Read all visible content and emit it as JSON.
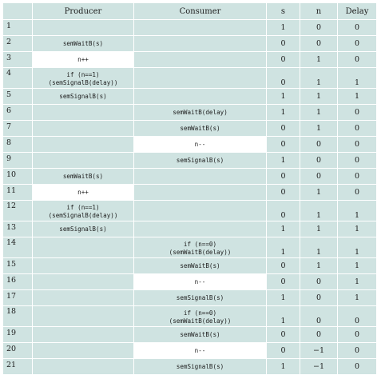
{
  "headers": [
    "",
    "Producer",
    "Consumer",
    "s",
    "n",
    "Delay"
  ],
  "rows": [
    {
      "num": "1",
      "producer": [],
      "consumer": [],
      "s": "1",
      "n": "0",
      "delay": "0",
      "hl": ""
    },
    {
      "num": "2",
      "producer": [
        "semWaitB(s)"
      ],
      "consumer": [],
      "s": "0",
      "n": "0",
      "delay": "0",
      "hl": ""
    },
    {
      "num": "3",
      "producer": [
        "n++"
      ],
      "consumer": [],
      "s": "0",
      "n": "1",
      "delay": "0",
      "hl": "producer"
    },
    {
      "num": "4",
      "producer": [
        "if (n==1)",
        "(semSignalB(delay))"
      ],
      "consumer": [],
      "s": "0",
      "n": "1",
      "delay": "1",
      "hl": ""
    },
    {
      "num": "5",
      "producer": [
        "semSignalB(s)"
      ],
      "consumer": [],
      "s": "1",
      "n": "1",
      "delay": "1",
      "hl": ""
    },
    {
      "num": "6",
      "producer": [],
      "consumer": [
        "semWaitB(delay)"
      ],
      "s": "1",
      "n": "1",
      "delay": "0",
      "hl": ""
    },
    {
      "num": "7",
      "producer": [],
      "consumer": [
        "semWaitB(s)"
      ],
      "s": "0",
      "n": "1",
      "delay": "0",
      "hl": ""
    },
    {
      "num": "8",
      "producer": [],
      "consumer": [
        "n--"
      ],
      "s": "0",
      "n": "0",
      "delay": "0",
      "hl": "consumer"
    },
    {
      "num": "9",
      "producer": [],
      "consumer": [
        "semSignalB(s)"
      ],
      "s": "1",
      "n": "0",
      "delay": "0",
      "hl": ""
    },
    {
      "num": "10",
      "producer": [
        "semWaitB(s)"
      ],
      "consumer": [],
      "s": "0",
      "n": "0",
      "delay": "0",
      "hl": ""
    },
    {
      "num": "11",
      "producer": [
        "n++"
      ],
      "consumer": [],
      "s": "0",
      "n": "1",
      "delay": "0",
      "hl": "producer"
    },
    {
      "num": "12",
      "producer": [
        "if (n==1)",
        "(semSignalB(delay))"
      ],
      "consumer": [],
      "s": "0",
      "n": "1",
      "delay": "1",
      "hl": ""
    },
    {
      "num": "13",
      "producer": [
        "semSignalB(s)"
      ],
      "consumer": [],
      "s": "1",
      "n": "1",
      "delay": "1",
      "hl": ""
    },
    {
      "num": "14",
      "producer": [],
      "consumer": [
        "if (n==0)",
        "(semWaitB(delay))"
      ],
      "s": "1",
      "n": "1",
      "delay": "1",
      "hl": ""
    },
    {
      "num": "15",
      "producer": [],
      "consumer": [
        "semWaitB(s)"
      ],
      "s": "0",
      "n": "1",
      "delay": "1",
      "hl": ""
    },
    {
      "num": "16",
      "producer": [],
      "consumer": [
        "n--"
      ],
      "s": "0",
      "n": "0",
      "delay": "1",
      "hl": "consumer"
    },
    {
      "num": "17",
      "producer": [],
      "consumer": [
        "semSignalB(s)"
      ],
      "s": "1",
      "n": "0",
      "delay": "1",
      "hl": ""
    },
    {
      "num": "18",
      "producer": [],
      "consumer": [
        "if (n==0)",
        "(semWaitB(delay))"
      ],
      "s": "1",
      "n": "0",
      "delay": "0",
      "hl": ""
    },
    {
      "num": "19",
      "producer": [],
      "consumer": [
        "semWaitB(s)"
      ],
      "s": "0",
      "n": "0",
      "delay": "0",
      "hl": ""
    },
    {
      "num": "20",
      "producer": [],
      "consumer": [
        "n--"
      ],
      "s": "0",
      "n": "−1",
      "delay": "0",
      "hl": "consumer"
    },
    {
      "num": "21",
      "producer": [],
      "consumer": [
        "semSignalB(s)"
      ],
      "s": "1",
      "n": "−1",
      "delay": "0",
      "hl": ""
    }
  ]
}
